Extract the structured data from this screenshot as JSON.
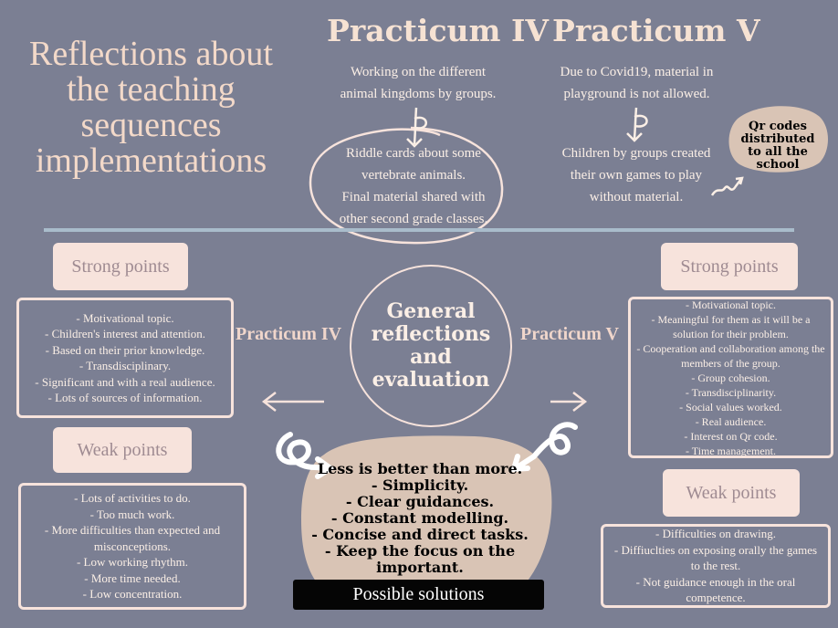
{
  "title": "Reflections about the teaching sequences implementations",
  "practicum_iv": {
    "heading": "Practicum IV",
    "intro": [
      "Working on the different",
      "animal kingdoms by groups."
    ],
    "circle_text": [
      "Riddle cards about some",
      "vertebrate animals.",
      "Final material shared with",
      "other second grade classes."
    ]
  },
  "practicum_v": {
    "heading": "Practicum V",
    "intro": [
      "Due to Covid19, material in",
      "playground is not allowed."
    ],
    "detail": [
      "Children by groups created",
      "their own games to play",
      "without material."
    ],
    "qr_note": "Qr codes distributed to all the school"
  },
  "center": {
    "title": "General reflections and evaluation",
    "left_label": "Practicum IV",
    "right_label": "Practicum V"
  },
  "left": {
    "strong_label": "Strong points",
    "strong_items": [
      "- Motivational topic.",
      "- Children's interest and attention.",
      "- Based on their prior knowledge.",
      "- Transdisciplinary.",
      "- Significant and with a real audience.",
      "- Lots of sources of information."
    ],
    "weak_label": "Weak points",
    "weak_items": [
      "- Lots of activities to do.",
      "- Too much work.",
      "- More difficulties than expected and misconceptions.",
      "- Low working rhythm.",
      "- More time needed.",
      "- Low concentration."
    ]
  },
  "right": {
    "strong_label": "Strong points",
    "strong_items": [
      "- Motivational topic.",
      "- Meaningful for them as it will be a solution for their problem.",
      "- Cooperation and collaboration among the members of the group.",
      "- Group cohesion.",
      "- Transdisciplinarity.",
      "- Social values worked.",
      "- Real audience.",
      "- Interest on Qr code.",
      "- Time management."
    ],
    "weak_label": "Weak points",
    "weak_items": [
      "- Difficulties on drawing.",
      "- Diffiuclties on exposing orally the games to the rest.",
      "- Not guidance enough in the oral competence."
    ]
  },
  "solutions": {
    "items": [
      "Less is better than more.",
      "- Simplicity.",
      "- Clear guidances.",
      "- Constant modelling.",
      "- Concise and direct tasks.",
      "- Keep the focus on the important."
    ],
    "label": "Possible solutions"
  },
  "colors": {
    "background": "#7b7f93",
    "cream": "#f7e3dc",
    "blob": "#d9c4b5",
    "divider": "#a9bccb"
  }
}
